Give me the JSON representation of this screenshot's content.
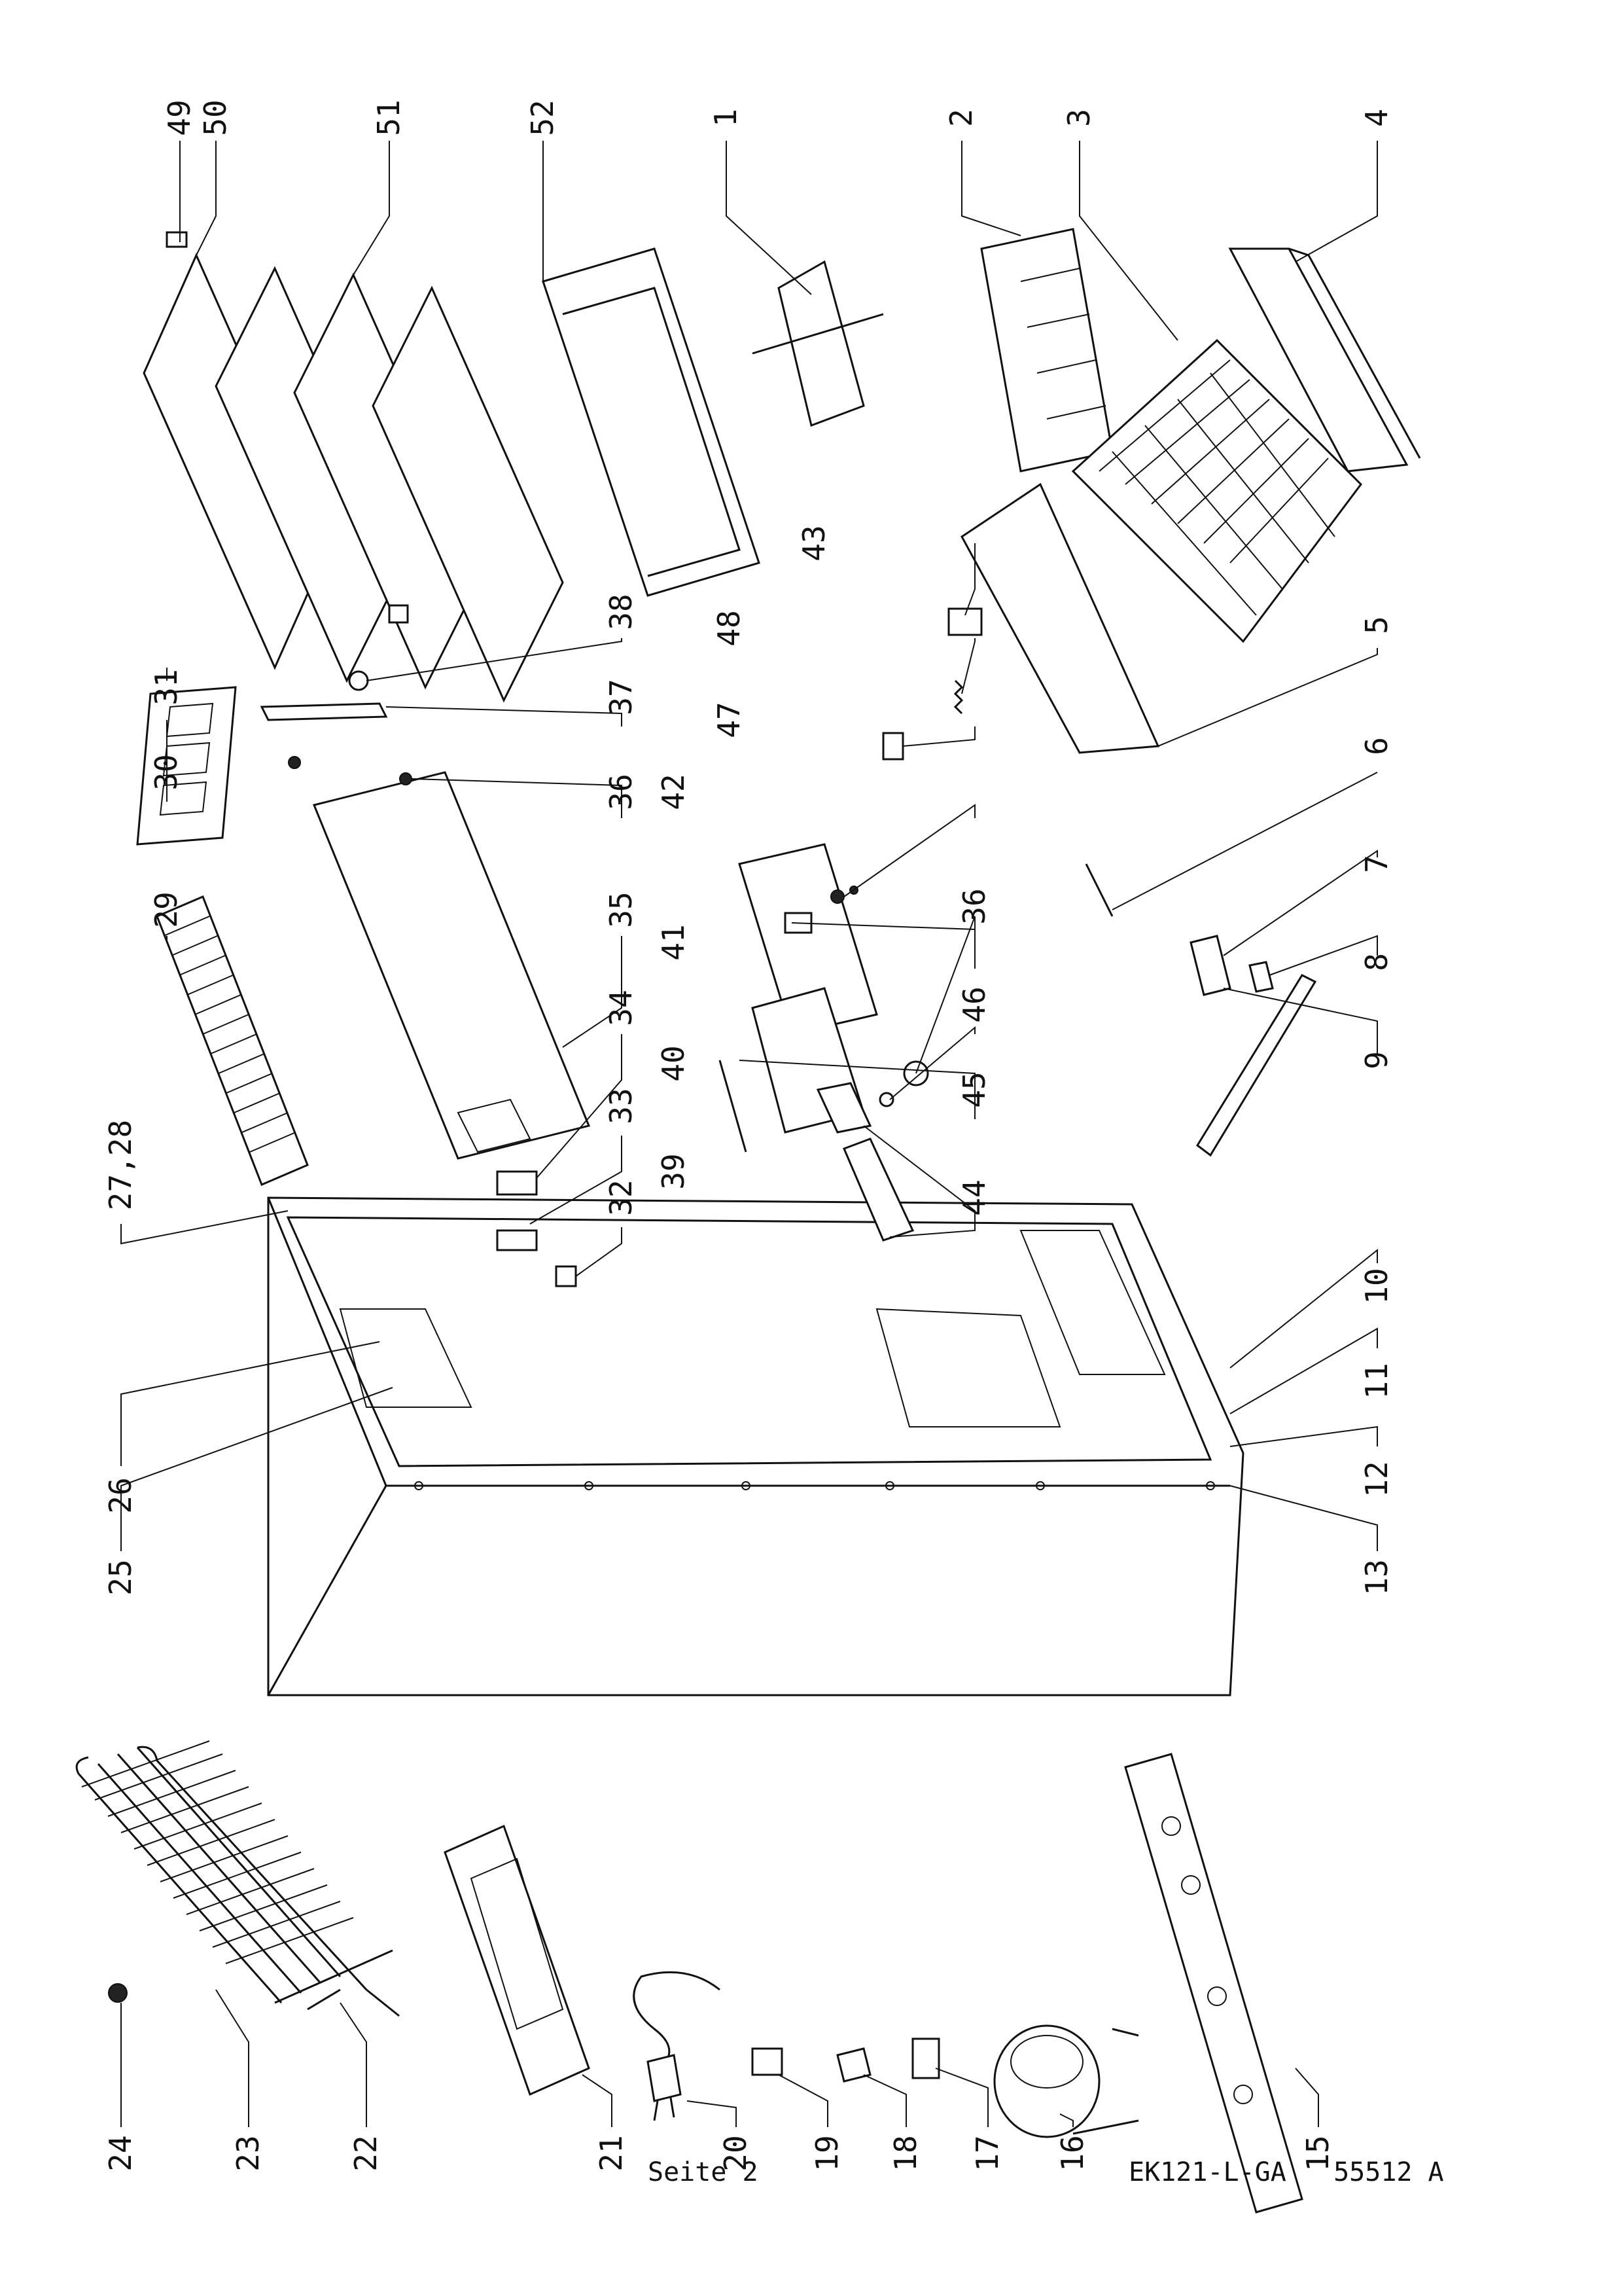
{
  "footer": {
    "page_label": "Seite 2",
    "document_code": "EK121-L-GA   55512 A"
  },
  "labels": [
    {
      "id": "l24",
      "text": "24"
    },
    {
      "id": "l23",
      "text": "23"
    },
    {
      "id": "l22",
      "text": "22"
    },
    {
      "id": "l21",
      "text": "21"
    },
    {
      "id": "l20",
      "text": "20"
    },
    {
      "id": "l19",
      "text": "19"
    },
    {
      "id": "l18",
      "text": "18"
    },
    {
      "id": "l17",
      "text": "17"
    },
    {
      "id": "l16",
      "text": "16"
    },
    {
      "id": "l15",
      "text": "15"
    },
    {
      "id": "l25",
      "text": "25"
    },
    {
      "id": "l26",
      "text": "26"
    },
    {
      "id": "l27",
      "text": "27,28"
    },
    {
      "id": "l13",
      "text": "13"
    },
    {
      "id": "l12",
      "text": "12"
    },
    {
      "id": "l11",
      "text": "11"
    },
    {
      "id": "l10",
      "text": "10"
    },
    {
      "id": "l29",
      "text": "29"
    },
    {
      "id": "l30",
      "text": "30"
    },
    {
      "id": "l31",
      "text": "31"
    },
    {
      "id": "l32",
      "text": "32"
    },
    {
      "id": "l33",
      "text": "33"
    },
    {
      "id": "l34",
      "text": "34"
    },
    {
      "id": "l35",
      "text": "35"
    },
    {
      "id": "l36a",
      "text": "36"
    },
    {
      "id": "l37",
      "text": "37"
    },
    {
      "id": "l38",
      "text": "38"
    },
    {
      "id": "l39",
      "text": "39"
    },
    {
      "id": "l40",
      "text": "40"
    },
    {
      "id": "l41",
      "text": "41"
    },
    {
      "id": "l42",
      "text": "42"
    },
    {
      "id": "l44",
      "text": "44"
    },
    {
      "id": "l45",
      "text": "45"
    },
    {
      "id": "l46",
      "text": "46"
    },
    {
      "id": "l36b",
      "text": "36"
    },
    {
      "id": "l47",
      "text": "47"
    },
    {
      "id": "l48",
      "text": "48"
    },
    {
      "id": "l43",
      "text": "43"
    },
    {
      "id": "l9",
      "text": "9"
    },
    {
      "id": "l8",
      "text": "8"
    },
    {
      "id": "l7",
      "text": "7"
    },
    {
      "id": "l6",
      "text": "6"
    },
    {
      "id": "l5",
      "text": "5"
    },
    {
      "id": "l49",
      "text": "49"
    },
    {
      "id": "l50",
      "text": "50"
    },
    {
      "id": "l51",
      "text": "51"
    },
    {
      "id": "l52",
      "text": "52"
    },
    {
      "id": "l1",
      "text": "1"
    },
    {
      "id": "l2",
      "text": "2"
    },
    {
      "id": "l3",
      "text": "3"
    },
    {
      "id": "l4",
      "text": "4"
    }
  ]
}
